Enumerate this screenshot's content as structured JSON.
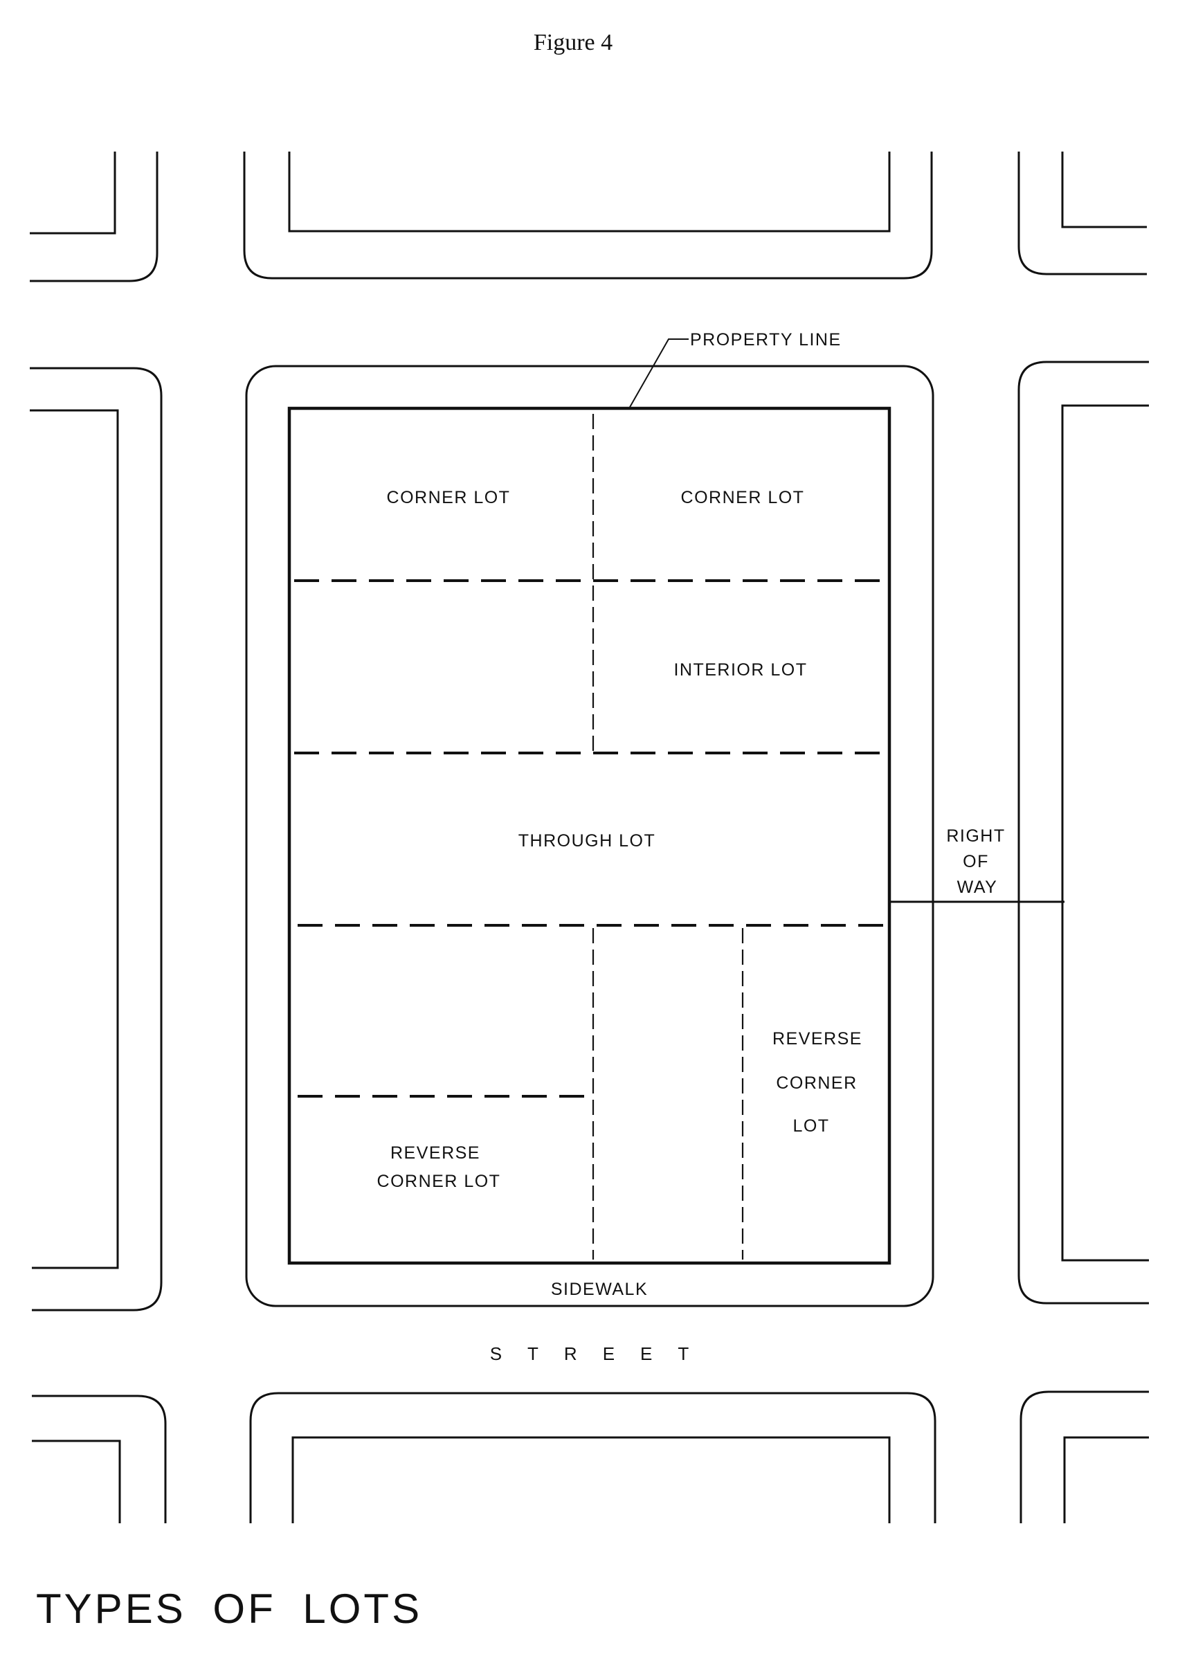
{
  "figure_label": "Figure 4",
  "caption": "TYPES OF LOTS",
  "labels": {
    "property_line": "PROPERTY  LINE",
    "corner_lot_left": "CORNER LOT",
    "corner_lot_right": "CORNER  LOT",
    "interior_lot": "INTERIOR  LOT",
    "through_lot": "THROUGH   LOT",
    "right_of_way": [
      "RIGHT",
      "OF",
      "WAY"
    ],
    "reverse_corner_lot_right": [
      "REVERSE",
      "CORNER",
      "LOT"
    ],
    "reverse_corner_lot_left": [
      "REVERSE",
      "CORNER  LOT"
    ],
    "sidewalk": "SIDEWALK",
    "street": "STREET"
  }
}
